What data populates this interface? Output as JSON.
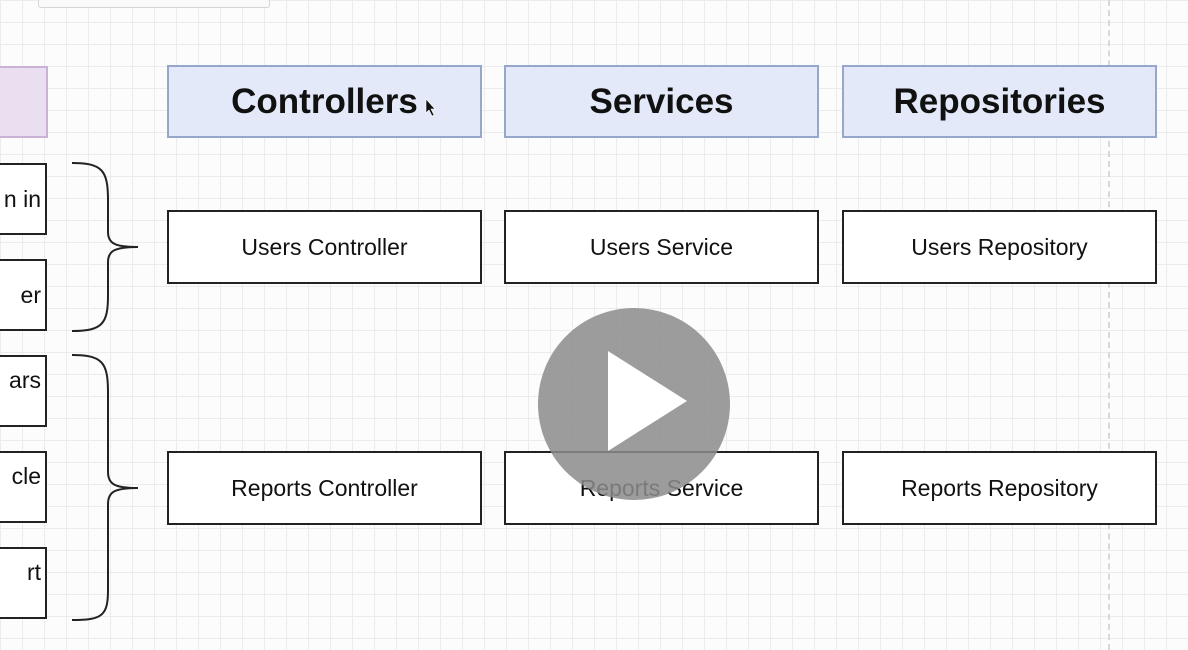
{
  "headers": {
    "controllers": "Controllers",
    "services": "Services",
    "repositories": "Repositories"
  },
  "users_row": {
    "controller": "Users Controller",
    "service": "Users Service",
    "repository": "Users Repository"
  },
  "reports_row": {
    "controller": "Reports Controller",
    "service": "Reports Service",
    "repository": "Reports Repository"
  },
  "left_column": {
    "item1": "n in",
    "item2": "er",
    "item3": "ars",
    "item4": "cle",
    "item5": "rt"
  },
  "colors": {
    "header_fill": "#e3e9f8",
    "header_border": "#96a7ce",
    "purple_fill": "#e9dff0",
    "play_overlay": "#8c8c8c"
  }
}
